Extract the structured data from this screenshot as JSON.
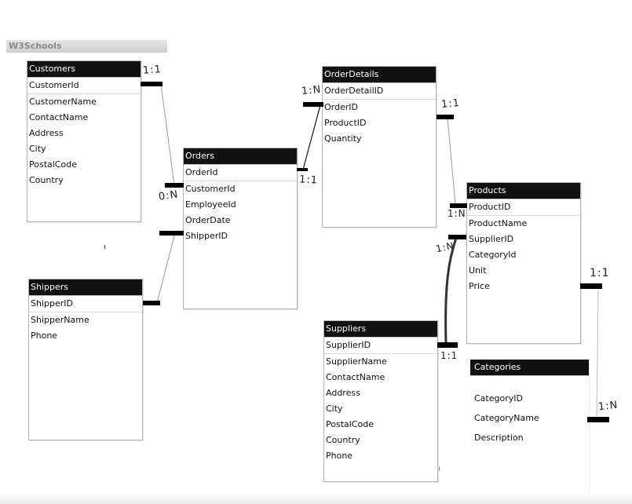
{
  "site_label": "W3Schools",
  "tables": {
    "customers": {
      "title": "Customers",
      "fields": [
        "CustomerId",
        "CustomerName",
        "ContactName",
        "Address",
        "City",
        "PostalCode",
        "Country"
      ]
    },
    "orders": {
      "title": "Orders",
      "fields": [
        "OrderId",
        "CustomerId",
        "EmployeeId",
        "OrderDate",
        "ShipperID"
      ]
    },
    "orderdetails": {
      "title": "OrderDetails",
      "fields": [
        "OrderDetailID",
        "OrderID",
        "ProductID",
        "Quantity"
      ]
    },
    "products": {
      "title": "Products",
      "fields": [
        "ProductID",
        "ProductName",
        "SupplierID",
        "CategoryId",
        "Unit",
        "Price"
      ]
    },
    "shippers": {
      "title": "Shippers",
      "fields": [
        "ShipperID",
        "ShipperName",
        "Phone"
      ]
    },
    "suppliers": {
      "title": "Suppliers",
      "fields": [
        "SupplierID",
        "SupplierName",
        "ContactName",
        "Address",
        "City",
        "PostalCode",
        "Country",
        "Phone"
      ]
    },
    "categories": {
      "title": "Categories",
      "fields": [
        "CategoryID",
        "CategoryName",
        "Description"
      ]
    }
  },
  "cardinality_labels": {
    "customers_side": "1:1",
    "orders_customer_side": "0:N",
    "orderdetails_order_side": "1:N",
    "orders_orderdetails_side": "1:1",
    "orderdetails_product_side": "1:1",
    "products_productid_side": "1:N",
    "products_supplier_side": "1:N",
    "suppliers_side": "1:1",
    "products_category_side": "1:1",
    "categories_side": "1:N"
  },
  "colors": {
    "header_bg": "#111111",
    "header_text": "#ffffff",
    "connector_line": "#9a9a9a",
    "handwriting": "#222222"
  }
}
